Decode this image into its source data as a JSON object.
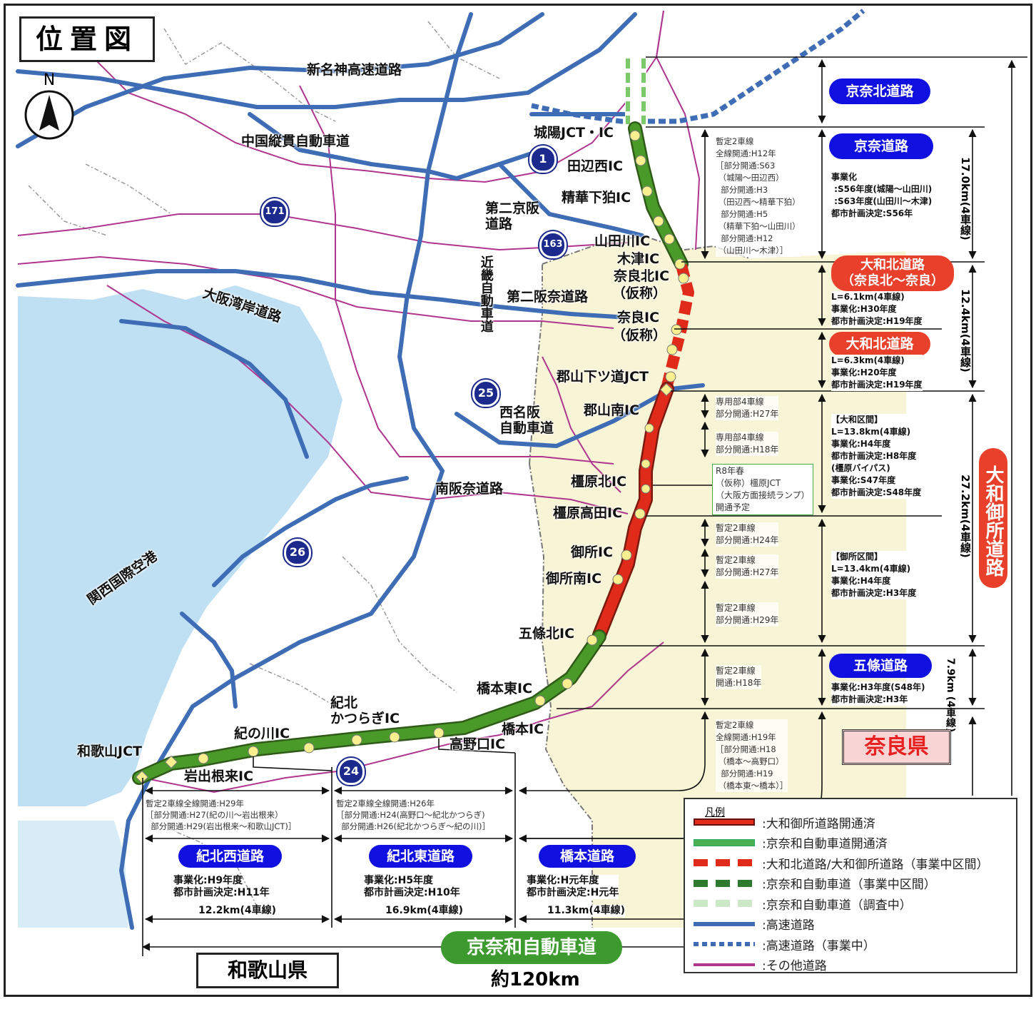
{
  "title": "位置図",
  "north_label": "N",
  "colors": {
    "sea": "#bfe0f3",
    "nara_land": "#f8f4d6",
    "expressway": "#3e6db5",
    "other_road": "#b0358f",
    "yamato_gose": "#e02a1a",
    "keinawa": "#4a9a2a",
    "badge_blue": "#1010e0",
    "badge_red": "#e8402a"
  },
  "places": {
    "shinmeishin": "新名神高速道路",
    "chugoku": "中国縦貫自動車道",
    "joyo": "城陽JCT・IC",
    "tanabenishi": "田辺西IC",
    "seikashimokoma": "精華下狛IC",
    "daini_keihan_1": "第二京阪",
    "daini_keihan_2": "道路",
    "yamadagawa": "山田川IC",
    "kizu": "木津IC",
    "narakita": "奈良北IC",
    "narakita_kasho": "（仮称）",
    "nara": "奈良IC",
    "nara_kasho": "（仮称）",
    "kinki": "近畿自動車道",
    "daini_hanna": "第二阪奈道路",
    "wangan": "大阪湾岸道路",
    "koriyama_jct": "郡山下ツ道JCT",
    "koriyama_minami": "郡山南IC",
    "nishimeihan_1": "西名阪",
    "nishimeihan_2": "自動車道",
    "minamihanna": "南阪奈道路",
    "kashihara_kita": "橿原北IC",
    "kashihara_takada": "橿原高田IC",
    "gose": "御所IC",
    "gose_minami": "御所南IC",
    "gojo_kita": "五條北IC",
    "kix": "関西国際空港",
    "hashimoto_higashi": "橋本東IC",
    "hashimoto": "橋本IC",
    "kihoku_1": "紀北",
    "kihoku_2": "かつらぎIC",
    "koyaguchi": "高野口IC",
    "kinokawa": "紀の川IC",
    "wakayama_jct": "和歌山JCT",
    "iwade": "岩出根来IC"
  },
  "route_shields": [
    "1",
    "171",
    "163",
    "25",
    "26",
    "24"
  ],
  "sections": {
    "keina_kita": "京奈北道路",
    "keina": {
      "name": "京奈道路",
      "details": "事業化\n :S56年度(城陽～山田川)\n :S63年度(山田川～木津)\n都市計画決定:S56年",
      "length": "17.0km(4車線)",
      "opening": "暫定2車線\n全線開通:H12年\n［部分開通:S63\n （城陽～田辺西）\n  部分開通:H3\n （田辺西～精華下狛）\n  部分開通:H5\n （精華下狛～山田川）\n  部分開通:H12\n （山田川～木津）］"
    },
    "yamato_kita_1": {
      "name_1": "大和北道路",
      "name_2": "（奈良北～奈良）",
      "details": "L=6.1km(4車線)\n事業化:H30年度\n都市計画決定:H19年度"
    },
    "yamato_kita_2": {
      "name": "大和北道路",
      "details": "L=6.3km(4車線)\n事業化:H20年度\n都市計画決定:H19年度",
      "length": "12.4km(4車線)"
    },
    "yamato_gose": {
      "name": "大和御所道路",
      "length": "27.2km(4車線)",
      "yamato": "【大和区間】\nL=13.8km(4車線)\n事業化:H4年度\n都市計画決定:H8年度\n(橿原バイパス)\n事業化:S47年度\n都市計画決定:S48年度",
      "gose": "【御所区間】\nL=13.4km(4車線)\n事業化:H4年度\n都市計画決定:H3年度",
      "openings": [
        "専用部4車線\n部分開通:H27年",
        "専用部4車線\n部分開通:H18年",
        "暫定2車線\n部分開通:H24年",
        "暫定2車線\n部分開通:H27年",
        "暫定2車線\n部分開通:H29年"
      ],
      "plan": "R8年春\n（仮称）橿原JCT\n（大阪方面接続ランプ）\n開通予定"
    },
    "gojo": {
      "name": "五條道路",
      "details": "事業化:H3年度(S48年)\n都市計画決定:H3年",
      "length_1": "7.9km",
      "length_2": "(4車線)",
      "opening": "暫定2車線\n開通:H18年"
    },
    "hashimoto_opening": "暫定2車線\n全線開通:H19年\n［部分開通:H18\n （橋本～高野口）\n  部分開通:H19\n （橋本東～橋本）］",
    "kihoku_nishi": {
      "name": "紀北西道路",
      "details": "事業化:H9年度\n都市計画決定:H11年",
      "length": "12.2km(4車線)",
      "opening": "暫定2車線全線開通:H29年\n［部分開通:H27(紀の川～岩出根来）\n  部分開通:H29(岩出根来～和歌山JCT)］"
    },
    "kihoku_higashi": {
      "name": "紀北東道路",
      "details": "事業化:H5年度\n都市計画決定:H10年",
      "length": "16.9km(4車線)",
      "opening": "暫定2車線全線開通:H26年\n［部分開通:H24(高野口～紀北かつらぎ)\n  部分開通:H26(紀北かつらぎ～紀の川)］"
    },
    "hashimoto": {
      "name": "橋本道路",
      "details": "事業化:H元年度\n都市計画決定:H元年",
      "length": "11.3km(4車線)"
    }
  },
  "keinawa": {
    "name": "京奈和自動車道",
    "total": "約120km"
  },
  "prefectures": {
    "nara": "奈良県",
    "wakayama": "和歌山県"
  },
  "legend": {
    "title": "凡例",
    "items": [
      {
        "label": ":大和御所道路開通済",
        "style": "solid-red"
      },
      {
        "label": ":京奈和自動車道開通済",
        "style": "solid-green"
      },
      {
        "label": ":大和北道路/大和御所道路（事業中区間）",
        "style": "dashed-red"
      },
      {
        "label": ":京奈和自動車道（事業中区間）",
        "style": "dashed-darkgreen"
      },
      {
        "label": ":京奈和自動車道（調査中）",
        "style": "dashed-lightgreen"
      },
      {
        "label": ":高速道路",
        "style": "solid-blue"
      },
      {
        "label": ":高速道路（事業中）",
        "style": "dotted-blue"
      },
      {
        "label": ":その他道路",
        "style": "solid-magenta"
      }
    ]
  }
}
